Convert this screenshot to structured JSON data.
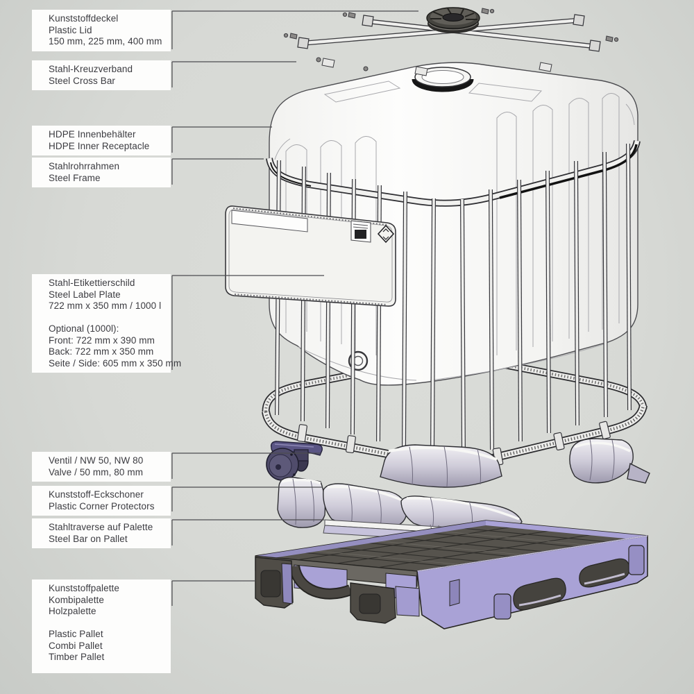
{
  "page": {
    "background_color": "#d7d9d5",
    "type": "technical-exploded-diagram",
    "subject": "IBC container components"
  },
  "colors": {
    "label_box": "#fdfdfc",
    "label_text": "#3b3b40",
    "leader_line": "#4c4c50",
    "tank_white": "#f8f8f6",
    "outline_ink": "#3a3a3e",
    "pallet_purple": "#a9a2d6",
    "pallet_dark": "#54514b",
    "valve_purple": "#555180",
    "lid_dark": "#44423f"
  },
  "labels": [
    {
      "id": "plastic-lid",
      "lines": [
        "Kunststoffdeckel",
        "Plastic Lid",
        "150 mm, 225 mm, 400 mm"
      ]
    },
    {
      "id": "steel-cross-bar",
      "lines": [
        "Stahl-Kreuzverband",
        "Steel Cross Bar"
      ]
    },
    {
      "id": "hdpe-inner-receptacle",
      "lines": [
        "HDPE Innenbehälter",
        "HDPE Inner Receptacle"
      ]
    },
    {
      "id": "steel-frame",
      "lines": [
        "Stahlrohrrahmen",
        "Steel Frame"
      ]
    },
    {
      "id": "steel-label-plate",
      "lines": [
        "Stahl-Etikettierschild",
        "Steel Label Plate",
        "722 mm x 350 mm / 1000 l",
        "",
        "Optional (1000l):",
        "Front: 722 mm x 390 mm",
        "Back: 722 mm x 350 mm",
        "Seite / Side: 605 mm x 350 mm"
      ]
    },
    {
      "id": "valve",
      "lines": [
        "Ventil / NW 50, NW 80",
        "Valve / 50 mm, 80 mm"
      ]
    },
    {
      "id": "corner-protectors",
      "lines": [
        "Kunststoff-Eckschoner",
        "Plastic Corner Protectors"
      ]
    },
    {
      "id": "steel-bar-on-pallet",
      "lines": [
        "Stahltraverse auf Palette",
        "Steel Bar on Pallet"
      ]
    },
    {
      "id": "pallet",
      "lines": [
        "Kunststoffpalette",
        "Kombipalette",
        "Holzpalette",
        "",
        "Plastic Pallet",
        "Combi Pallet",
        "Timber Pallet"
      ]
    }
  ]
}
